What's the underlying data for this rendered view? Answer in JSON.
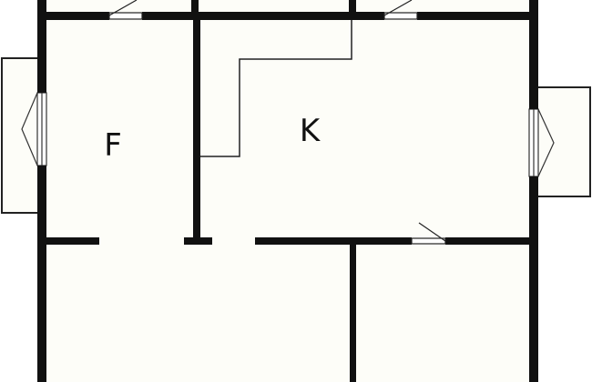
{
  "floorplan": {
    "rooms": [
      {
        "key": "f",
        "label": "F"
      },
      {
        "key": "k",
        "label": "K"
      }
    ],
    "colors": {
      "wall": "#111111",
      "floor": "#fdfdf8",
      "outside": "#ffffff",
      "thin_line": "#222222"
    }
  }
}
